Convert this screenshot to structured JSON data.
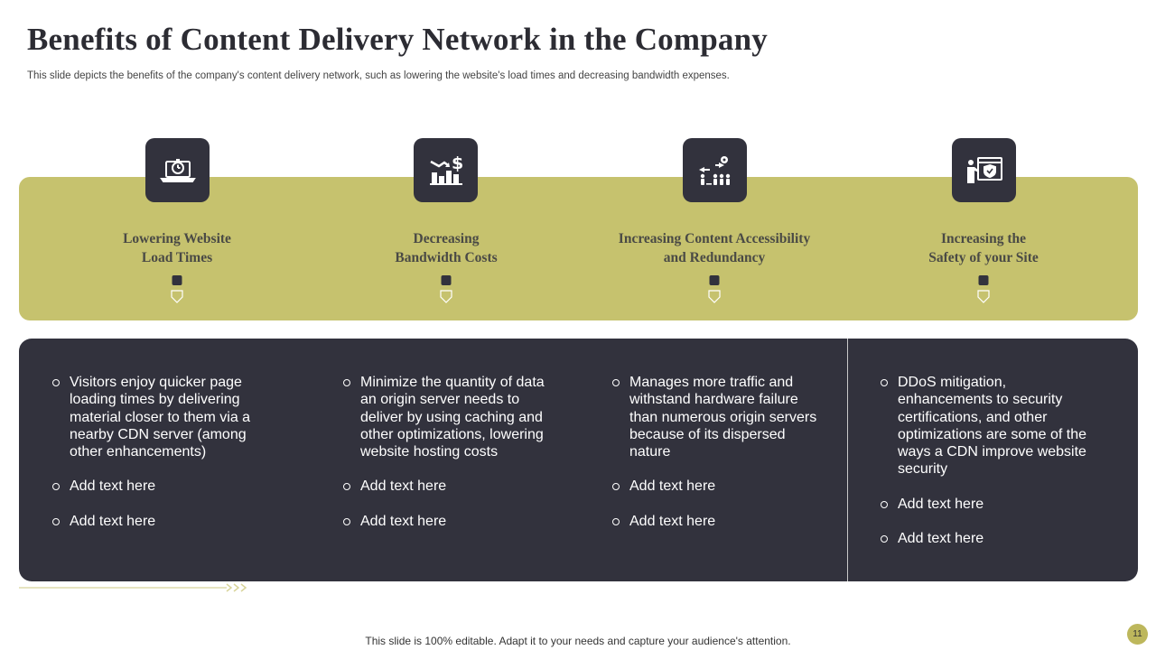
{
  "title": "Benefits of Content Delivery Network in the Company",
  "subtitle": "This slide depicts the benefits of the company's content delivery network, such as lowering the website's load times and decreasing bandwidth expenses.",
  "benefits": [
    {
      "icon": "laptop-stopwatch-icon",
      "heading_line1": "Lowering Website",
      "heading_line2": "Load Times",
      "points": [
        "Visitors enjoy quicker page loading times by delivering material closer to them via a nearby CDN server (among other enhancements)",
        "Add text here",
        "Add text here"
      ]
    },
    {
      "icon": "dollar-chart-down-icon",
      "heading_line1": "Decreasing",
      "heading_line2": "Bandwidth Costs",
      "points": [
        "Minimize the quantity of data an origin server needs to deliver by using caching and other optimizations, lowering website hosting costs",
        "Add text here",
        "Add text here"
      ]
    },
    {
      "icon": "people-network-gear-icon",
      "heading_line1": "Increasing Content Accessibility",
      "heading_line2": "and Redundancy",
      "points": [
        "Manages more traffic and withstand hardware failure than numerous origin servers because of its dispersed nature",
        "Add text here",
        "Add text here"
      ]
    },
    {
      "icon": "presenter-shield-browser-icon",
      "heading_line1": "Increasing the",
      "heading_line2": "Safety of your Site",
      "points": [
        "DDoS mitigation, enhancements to security certifications, and other optimizations are some of the ways a CDN improve website security",
        "Add text here",
        "Add text here"
      ]
    }
  ],
  "footer": "This slide is 100% editable. Adapt it to your needs and capture your audience's attention.",
  "page_number": "11",
  "colors": {
    "accent": "#c6c26e",
    "dark": "#32323d",
    "page_badge": "#bdb75c"
  }
}
